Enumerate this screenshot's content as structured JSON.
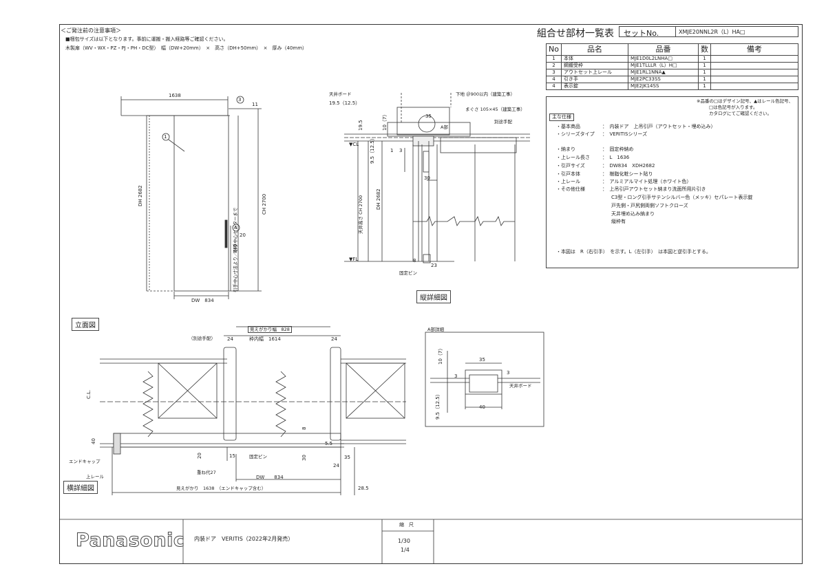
{
  "notice": {
    "title": "＜ご発注前の注意事項＞",
    "line1": "■梱包サイズは以下となります。事前に運搬・搬入経路等ご確認ください。",
    "line2": "木製扉（WV・WX・PZ・PJ・PH・DC型）　幅（DW+20mm）　×　高さ（DH+50mm）　×　厚み（40mm）"
  },
  "header": {
    "title": "組合せ部材一覧表",
    "set_label": "セットNo.",
    "set_no": "XMJE20NNL2R（L）HA□"
  },
  "parts_table": {
    "columns": [
      "No",
      "品名",
      "品番",
      "数",
      "備考"
    ],
    "rows": [
      {
        "no": "1",
        "name": "本体",
        "code": "MJE1D0L2LNHA□",
        "qty": "1",
        "note": ""
      },
      {
        "no": "2",
        "name": "鋼鍍受枠",
        "code": "MJE1TLLLR（L）H□",
        "qty": "1",
        "note": ""
      },
      {
        "no": "3",
        "name": "アウトセット上レール",
        "code": "MJE1RL1NNA▲",
        "qty": "1",
        "note": ""
      },
      {
        "no": "4",
        "name": "引き手",
        "code": "MJE2PC33SS",
        "qty": "1",
        "note": ""
      },
      {
        "no": "4",
        "name": "表示錠",
        "code": "MJE2JK14SS",
        "qty": "1",
        "note": ""
      }
    ]
  },
  "table_notes": [
    "※品番の□はデザイン記号、▲はレール色記号、",
    "□は色記号が入ります。",
    "カタログにてご確認ください。"
  ],
  "spec": {
    "heading": "主な仕様",
    "rows": [
      {
        "label": "・基本商品",
        "value": "：　内装ドア　上吊引戸（アウトセット・埋め込み）"
      },
      {
        "label": "・シリーズタイプ",
        "value": "：　VERITISシリーズ"
      },
      {
        "label": "・納まり",
        "value": "：　固定枠納め"
      },
      {
        "label": "・上レール長さ",
        "value": "：　L　1636"
      },
      {
        "label": "・引戸サイズ",
        "value": "：　DW834　XDH2682"
      },
      {
        "label": "・引戸本体",
        "value": "：　樹脂化粧シート貼り"
      },
      {
        "label": "・上レール",
        "value": "：　アルミアルマイト処理（ホワイト色）"
      },
      {
        "label": "・その他仕様",
        "value": "：　上吊引戸アウトセット納まり洗面所用片引き"
      }
    ],
    "extra": [
      "C3型・ロング引手サテンシルバー色（メッキ）セパレート表示錠",
      "戸先側・戸尻側両側ソフトクローズ",
      "天井埋め込み納まり",
      "縦枠有"
    ],
    "note": "・本図は　R（右引手）　を示す。L（左引手）　は本図と逆引手とする。"
  },
  "elevation": {
    "label": "立面図",
    "top_width": "1638",
    "height_dh": "DH 2682",
    "height_ch": "CH 2700",
    "dim_11": "11",
    "dim_840": "840",
    "dim_20": "20",
    "bottom": "DW　834",
    "side_note": "引手中心寸法より／引手中心センターまで",
    "callouts": [
      "1",
      "3",
      "4"
    ]
  },
  "vertical": {
    "label": "縦詳細図",
    "ceiling_board": "天井ボード",
    "dim_19_5": "19.5（12.5）",
    "lower_ground": "下地 ＠900以内（建築工事）",
    "rough": "まぐさ 105×45（建築工事）",
    "a_detail": "A部",
    "separate": "別途手配",
    "dim_35": "35",
    "dim_10": "10（7）",
    "dim_19b": "19.5",
    "dim_9_5": "9.5（12.5）",
    "dim_1": "1",
    "dim_3": "3",
    "dim_30": "30",
    "dim_8": "8",
    "dim_23": "23",
    "dh": "DH 2682",
    "ch": "天井高さ CH 2700",
    "cl": "▼CL",
    "fl": "▼FL",
    "fixed_pin": "固定ピン"
  },
  "horizontal": {
    "label": "横詳細図",
    "visible_width": "見えがかり幅　828",
    "inner": "枠内幅　1614",
    "dim_24a": "24",
    "dim_24b": "24",
    "separate": "（別途手配）",
    "cl": "C.L.",
    "dim_40": "40",
    "dim_8": "8",
    "dim_5_5": "5.5",
    "dim_30": "30",
    "dim_35": "35",
    "dim_24c": "24",
    "dim_20": "20",
    "dim_15": "15",
    "fixed_pin": "固定ピン",
    "overlap": "重ね代27",
    "end_cap": "エンドキャップ",
    "rail": "上レール",
    "dw": "DW　　834",
    "visible": "見えがかり　1638　（エンドキャップ含む）",
    "dim_28_5": "28.5"
  },
  "a_detail": {
    "title": "A部詳細",
    "dim_35": "35",
    "dim_10": "10（7）",
    "dim_3a": "3",
    "dim_3b": "3",
    "dim_9_5": "9.5（12.5）",
    "dim_40": "40",
    "ceiling": "天井ボード"
  },
  "title_block": {
    "brand": "Panasonic",
    "product": "内装ドア　VERITIS（2022年2月発売）",
    "scale_label": "縮　尺",
    "scale1": "1/30",
    "scale2": "1/4"
  }
}
